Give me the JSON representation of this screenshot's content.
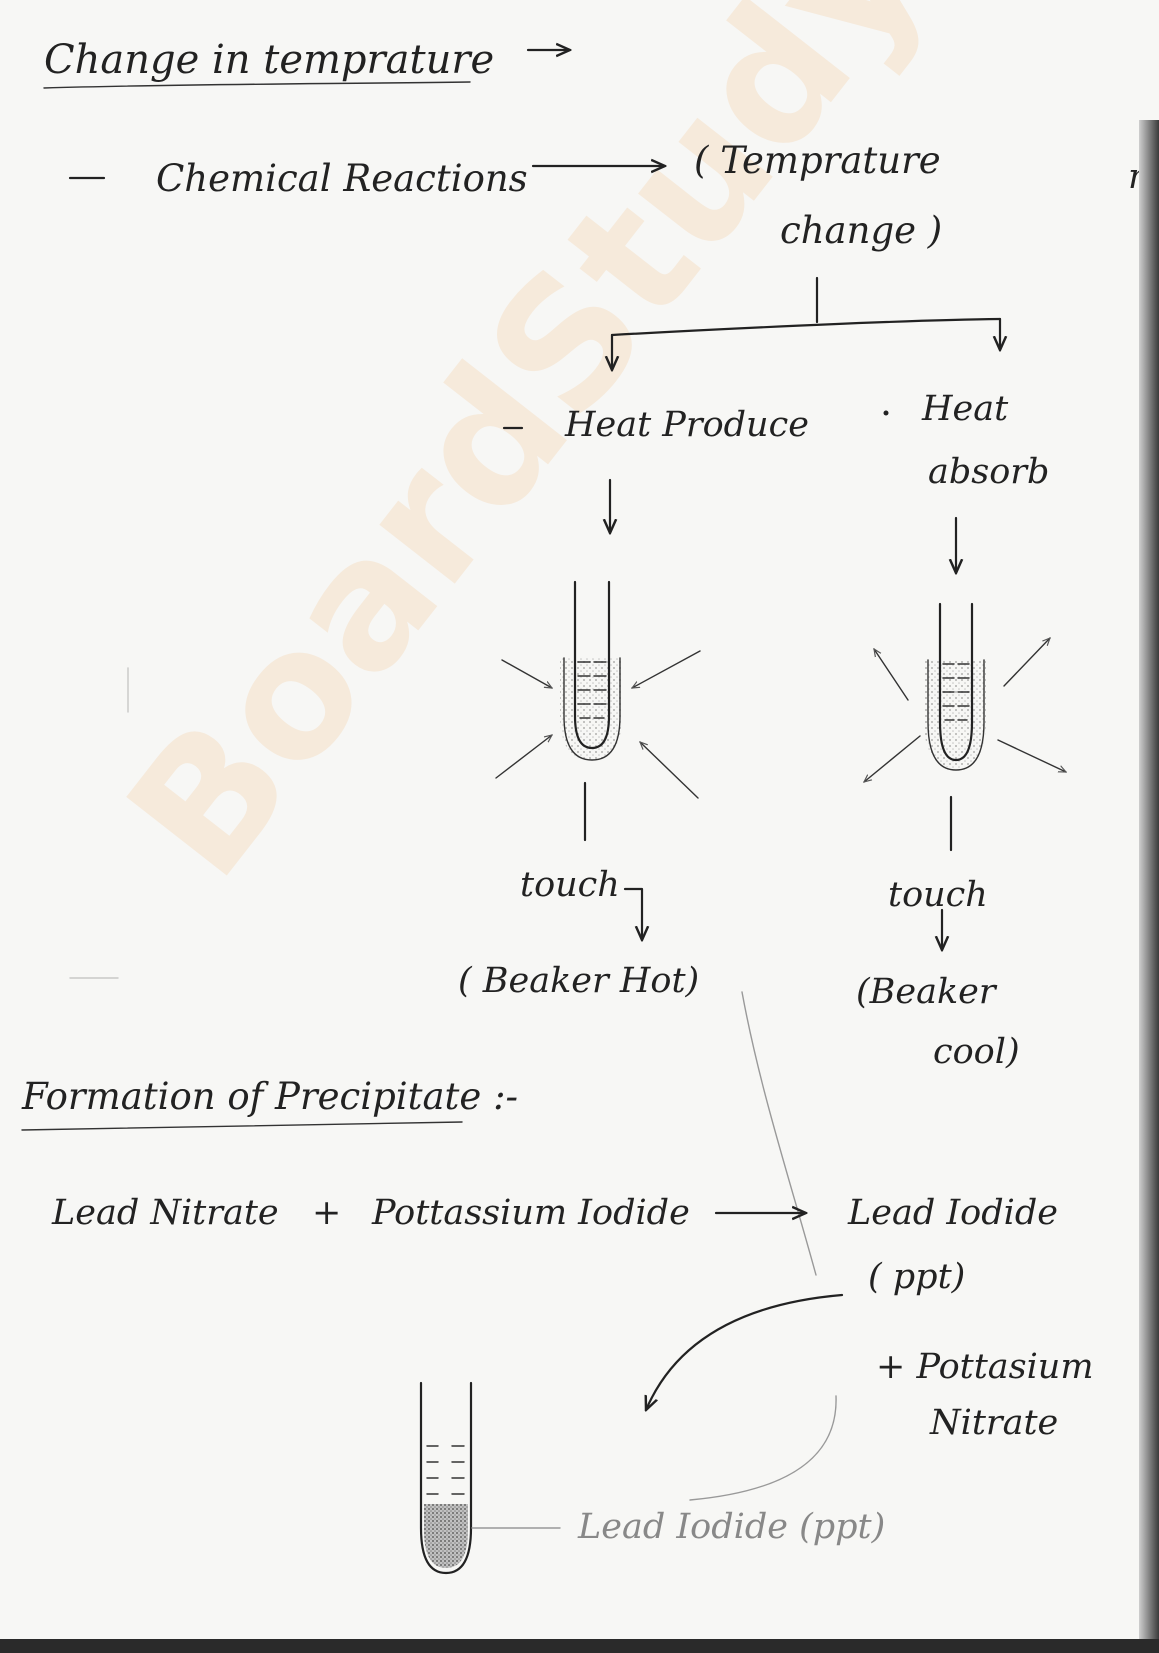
{
  "watermark": "BoardStudy",
  "section1": {
    "heading": "Change in temprature",
    "bullet_label": "Chemical Reactions",
    "result_line1": "( Temprature",
    "result_line2": "change )",
    "branch_left": "Heat Produce",
    "branch_right_line1": "Heat",
    "branch_right_line2": "absorb",
    "touch_left": "touch",
    "touch_right": "touch",
    "result_left": "( Beaker Hot)",
    "result_right_line1": "(Beaker",
    "result_right_line2": "cool)",
    "margin_mark": "m"
  },
  "section2": {
    "heading": "Formation of Precipitate :-",
    "reactant1": "Lead Nitrate",
    "plus1": "+",
    "reactant2": "Pottassium Iodide",
    "product1_line1": "Lead Iodide",
    "product1_line2": "( ppt)",
    "product2_line1": "+ Pottasium",
    "product2_line2": "Nitrate",
    "tube_label": "Lead Iodide (ppt)"
  }
}
